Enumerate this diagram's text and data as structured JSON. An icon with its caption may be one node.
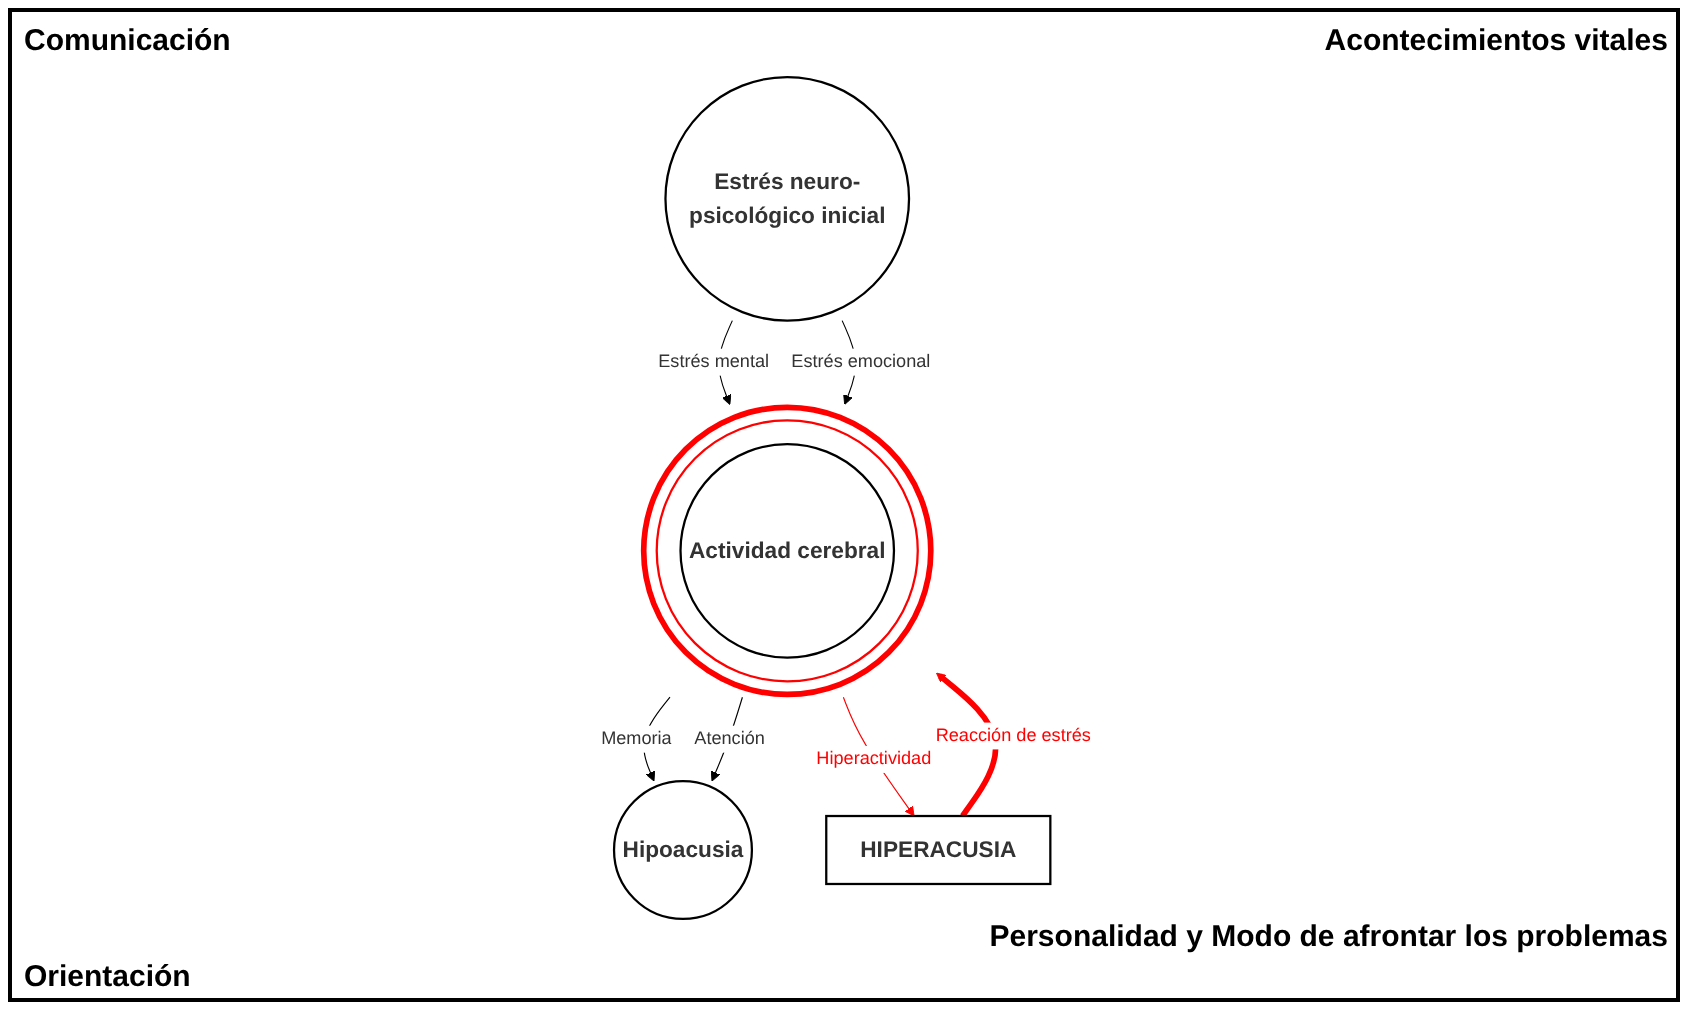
{
  "diagram": {
    "nodes": [
      {
        "text": [],
        "shape": "circle"
      },
      {
        "text": [
          "Actividad cerebral"
        ],
        "in": 0
      },
      {
        "text": [
          "Hipoacusia"
        ]
      },
      {
        "text": [
          "Estrés neuro-psicológico inicial"
        ]
      },
      {
        "text": [
          "HIPERACUSIA"
        ]
      }
    ],
    "edges": [
      {
        "from": 0,
        "to": 2,
        "arrow": "to",
        "label": "Memoria"
      },
      {
        "from": 0,
        "to": 2,
        "arrow": "to",
        "label": "Atención"
      },
      {
        "from": 3,
        "to": 0,
        "arrow": "to",
        "label": "Estrés mental"
      },
      {
        "from": 3,
        "to": 0,
        "arrow": "to",
        "label": "Estrés emocional"
      },
      {
        "from": 0,
        "to": 4,
        "arrow": "to",
        "label": "Hiperactividad",
        "color": "#ff0000"
      },
      {
        "from": 4,
        "to": 0,
        "arrow": "to",
        "label": "Reacción de estrés",
        "style": "thick",
        "color": "#ff0000"
      }
    ],
    "labels": [
      "Comunicación",
      "Acontecimientos vitales",
      "Personalidad y Modo de afrontar los problemas",
      "Orientación"
    ]
  }
}
